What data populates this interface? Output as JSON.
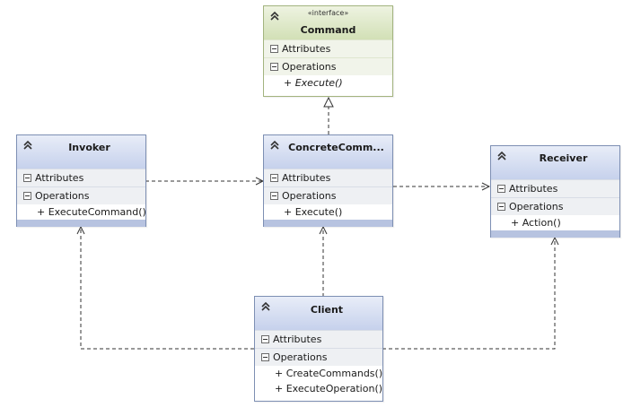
{
  "classes": {
    "command": {
      "stereotype": "«interface»",
      "name": "Command",
      "attributes_label": "Attributes",
      "operations_label": "Operations",
      "operations": [
        "+ Execute()"
      ]
    },
    "invoker": {
      "name": "Invoker",
      "attributes_label": "Attributes",
      "operations_label": "Operations",
      "operations": [
        "+ ExecuteCommand()"
      ]
    },
    "concrete_command": {
      "name": "ConcreteComm...",
      "attributes_label": "Attributes",
      "operations_label": "Operations",
      "operations": [
        "+ Execute()"
      ]
    },
    "receiver": {
      "name": "Receiver",
      "attributes_label": "Attributes",
      "operations_label": "Operations",
      "operations": [
        "+ Action()"
      ]
    },
    "client": {
      "name": "Client",
      "attributes_label": "Attributes",
      "operations_label": "Operations",
      "operations": [
        "+ CreateCommands()",
        "+ ExecuteOperation()"
      ]
    }
  },
  "colors": {
    "interface_header": "#d2e0b6",
    "class_header": "#c6d1ec",
    "connector": "#333333"
  }
}
